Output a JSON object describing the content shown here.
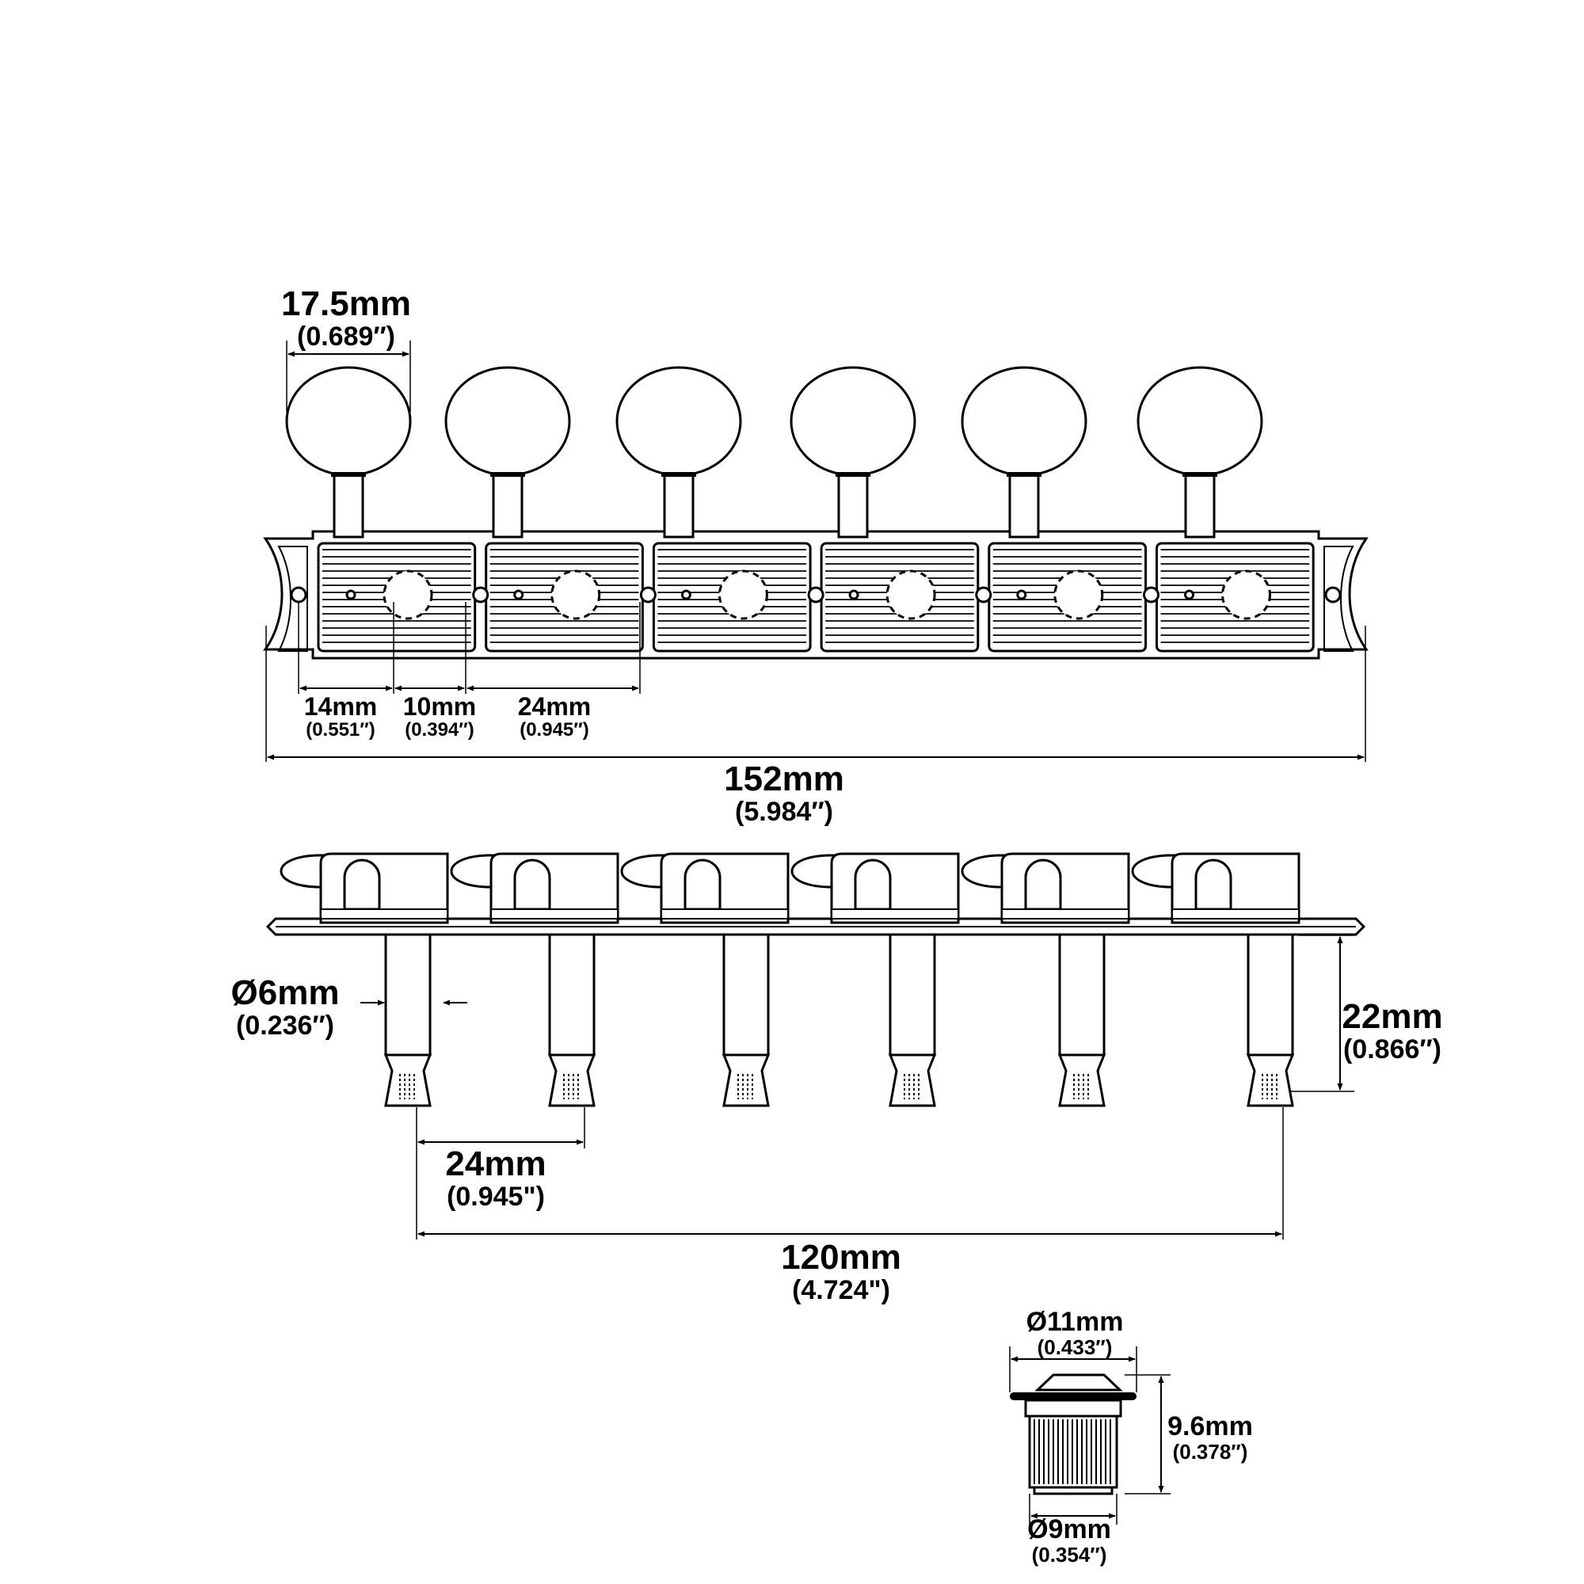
{
  "diagram": {
    "tuner_count": 6,
    "colors": {
      "line": "#000000",
      "fill": "#ffffff",
      "hatch": "#222222"
    },
    "top_view": {
      "knob_width": {
        "mm": "17.5mm",
        "inch": "(0.689″)"
      },
      "hole_to_post": {
        "mm": "14mm",
        "inch": "(0.551″)"
      },
      "post_to_gap": {
        "mm": "10mm",
        "inch": "(0.394″)"
      },
      "unit_spacing": {
        "mm": "24mm",
        "inch": "(0.945″)"
      },
      "overall_length": {
        "mm": "152mm",
        "inch": "(5.984″)"
      }
    },
    "side_view": {
      "post_diameter": {
        "mm": "Ø6mm",
        "inch": "(0.236″)"
      },
      "post_height": {
        "mm": "22mm",
        "inch": "(0.866″)"
      },
      "post_spacing": {
        "mm": "24mm",
        "inch": "(0.945\")"
      },
      "post_span": {
        "mm": "120mm",
        "inch": "(4.724\")"
      }
    },
    "bushing": {
      "top_diameter": {
        "mm": "Ø11mm",
        "inch": "(0.433″)"
      },
      "height": {
        "mm": "9.6mm",
        "inch": "(0.378″)"
      },
      "bottom_diameter": {
        "mm": "Ø9mm",
        "inch": "(0.354″)"
      }
    }
  }
}
